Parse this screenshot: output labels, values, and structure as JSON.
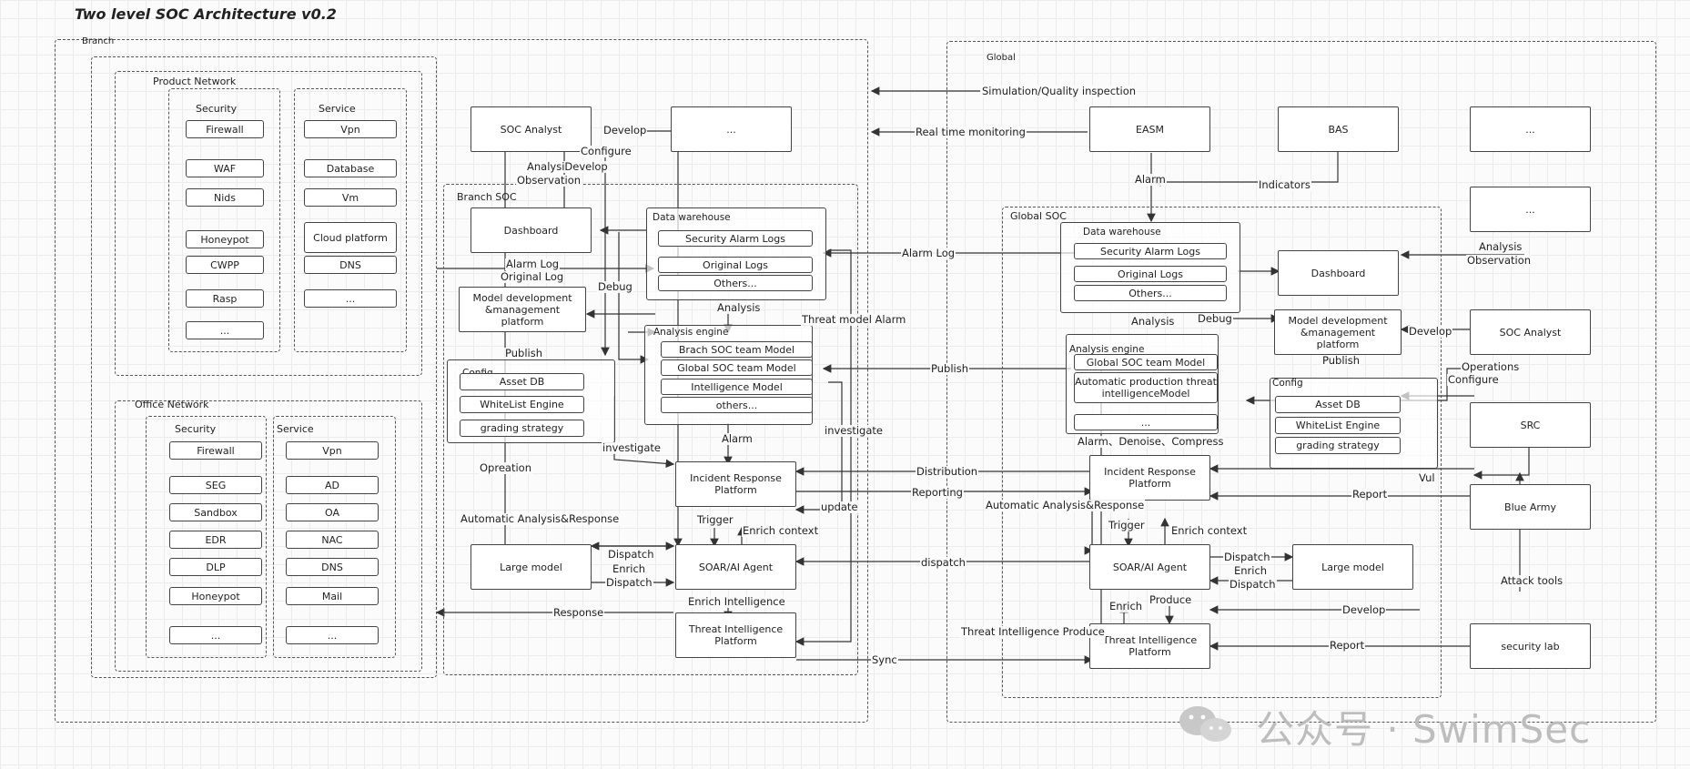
{
  "title": "Two level SOC Architecture v0.2",
  "branch": {
    "label": "Branch",
    "product_network": {
      "label": "Product Network",
      "security": {
        "label": "Security",
        "items": [
          "Firewall",
          "WAF",
          "Nids",
          "Honeypot",
          "CWPP",
          "Rasp",
          "..."
        ]
      },
      "service": {
        "label": "Service",
        "items": [
          "Vpn",
          "Database",
          "Vm",
          "Cloud platform",
          "DNS",
          "..."
        ]
      }
    },
    "office_network": {
      "label": "Office Network",
      "security": {
        "label": "Security",
        "items": [
          "Firewall",
          "SEG",
          "Sandbox",
          "EDR",
          "DLP",
          "Honeypot",
          "..."
        ]
      },
      "service": {
        "label": "Service",
        "items": [
          "Vpn",
          "AD",
          "OA",
          "NAC",
          "DNS",
          "Mail",
          "..."
        ]
      }
    },
    "soc_analyst": "SOC Analyst",
    "ellipsis": "...",
    "soc": {
      "label": "Branch SOC",
      "dashboard": "Dashboard",
      "data_warehouse": {
        "label": "Data warehouse",
        "items": [
          "Security Alarm Logs",
          "Original Logs",
          "Others..."
        ]
      },
      "model_dev": "Model development &management platform",
      "analysis_engine": {
        "label": "Analysis engine",
        "items": [
          "Brach SOC team Model",
          "Global SOC team Model",
          "Intelligence Model",
          "others..."
        ]
      },
      "config": {
        "label": "Config",
        "items": [
          "Asset DB",
          "WhiteList Engine",
          "grading strategy"
        ]
      },
      "incident_response": "Incident Response Platform",
      "large_model": "Large model",
      "soar": "SOAR/AI Agent",
      "threat_intel": "Threat Intelligence Platform"
    },
    "edges": {
      "develop": "Develop",
      "configure": "Configure",
      "analysi_develop": "AnalysiDevelop",
      "observation": "Observation",
      "alarm_log": "Alarm Log",
      "original_log": "Original Log",
      "debug": "Debug",
      "analysis": "Analysis",
      "threat_model_alarm": "Threat model Alarm",
      "publish": "Publish",
      "investigate_left": "investigate",
      "investigate_right": "investigate",
      "alarm": "Alarm",
      "opreation": "Opreation",
      "update": "update",
      "auto_analysis": "Automatic Analysis&Response",
      "trigger": "Trigger",
      "enrich_context": "Enrich context",
      "dispatch1": "Dispatch",
      "enrich": "Enrich",
      "dispatch2": "Dispatch",
      "enrich_intelligence": "Enrich Intelligence",
      "response": "Response"
    }
  },
  "global": {
    "label": "Global",
    "easm": "EASM",
    "bas": "BAS",
    "ellipsis1": "...",
    "ellipsis2": "...",
    "soc": {
      "label": "Global SOC",
      "data_warehouse": {
        "label": "Data warehouse",
        "items": [
          "Security Alarm Logs",
          "Original Logs",
          "Others..."
        ]
      },
      "dashboard": "Dashboard",
      "model_dev": "Model development &management platform",
      "analysis_engine": {
        "label": "Analysis engine",
        "items": [
          "Global SOC team Model",
          "Automatic production threat intelligenceModel",
          "..."
        ]
      },
      "config": {
        "label": "Config",
        "items": [
          "Asset DB",
          "WhiteList Engine",
          "grading strategy"
        ]
      },
      "incident_response": "Incident Response Platform",
      "soar": "SOAR/AI Agent",
      "large_model": "Large model",
      "threat_intel": "Threat Intelligence Platform"
    },
    "soc_analyst": "SOC Analyst",
    "src": "SRC",
    "blue_army": "Blue Army",
    "security_lab": "security lab",
    "edges": {
      "alarm": "Alarm",
      "indicators": "Indicators",
      "analysis_observation_1": "Analysis",
      "analysis_observation_2": "Observation",
      "analysis": "Analysis",
      "debug": "Debug",
      "develop": "Develop",
      "publish": "Publish",
      "operations": "Operations",
      "configure": "Configure",
      "alarm_denoise": "Alarm、Denoise、Compress",
      "vul": "Vul",
      "report1": "Report",
      "auto_analysis": "Automatic Analysis&Response",
      "trigger": "Trigger",
      "enrich_context": "Enrich context",
      "dispatch1": "Dispatch",
      "enrich": "Enrich",
      "dispatch2": "Dispatch",
      "attack_tools": "Attack tools",
      "enrich2": "Enrich",
      "produce": "Produce",
      "develop2": "Develop",
      "ti_produce": "Threat Intelligence Produce",
      "report2": "Report"
    }
  },
  "cross_edges": {
    "simulation": "Simulation/Quality inspection",
    "realtime": "Real time monitoring",
    "alarm_log": "Alarm Log",
    "publish": "Publish",
    "distribution": "Distribution",
    "reporting": "Reporting",
    "dispatch": "dispatch",
    "sync": "Sync"
  },
  "watermark": "公众号 · SwimSec"
}
